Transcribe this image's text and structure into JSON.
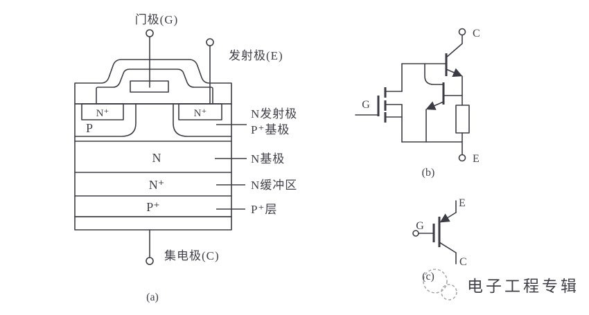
{
  "diagram_a": {
    "caption": "(a)",
    "terminals": {
      "gate": "门极(G)",
      "emitter": "发射极(E)",
      "collector": "集电极(C)"
    },
    "regions": {
      "p_well": "P",
      "n_plus_left": "N⁺",
      "n_plus_right": "N⁺",
      "n_base": "N",
      "n_buffer": "N⁺",
      "p_plus": "P⁺"
    },
    "callouts": [
      "N发射极",
      "P⁺基极",
      "N基极",
      "N缓冲区",
      "P⁺层"
    ]
  },
  "diagram_b": {
    "caption": "(b)",
    "terminals": {
      "gate": "G",
      "collector": "C",
      "emitter": "E"
    }
  },
  "diagram_c": {
    "caption": "(c)",
    "terminals": {
      "gate": "G",
      "emitter": "E",
      "collector": "C"
    }
  },
  "watermark": {
    "text": "电子工程专辑"
  },
  "colors": {
    "metal_teal": "#2ba08a",
    "metal_hatch": "#1f8a76",
    "resistor_teal": "#16b9a1",
    "line_dark": "#3b3b43",
    "text_dark": "#3f3f47",
    "terminal_fill": "#92aac6",
    "watermark_gray": "#a8a8a8",
    "background": "#ffffff"
  }
}
